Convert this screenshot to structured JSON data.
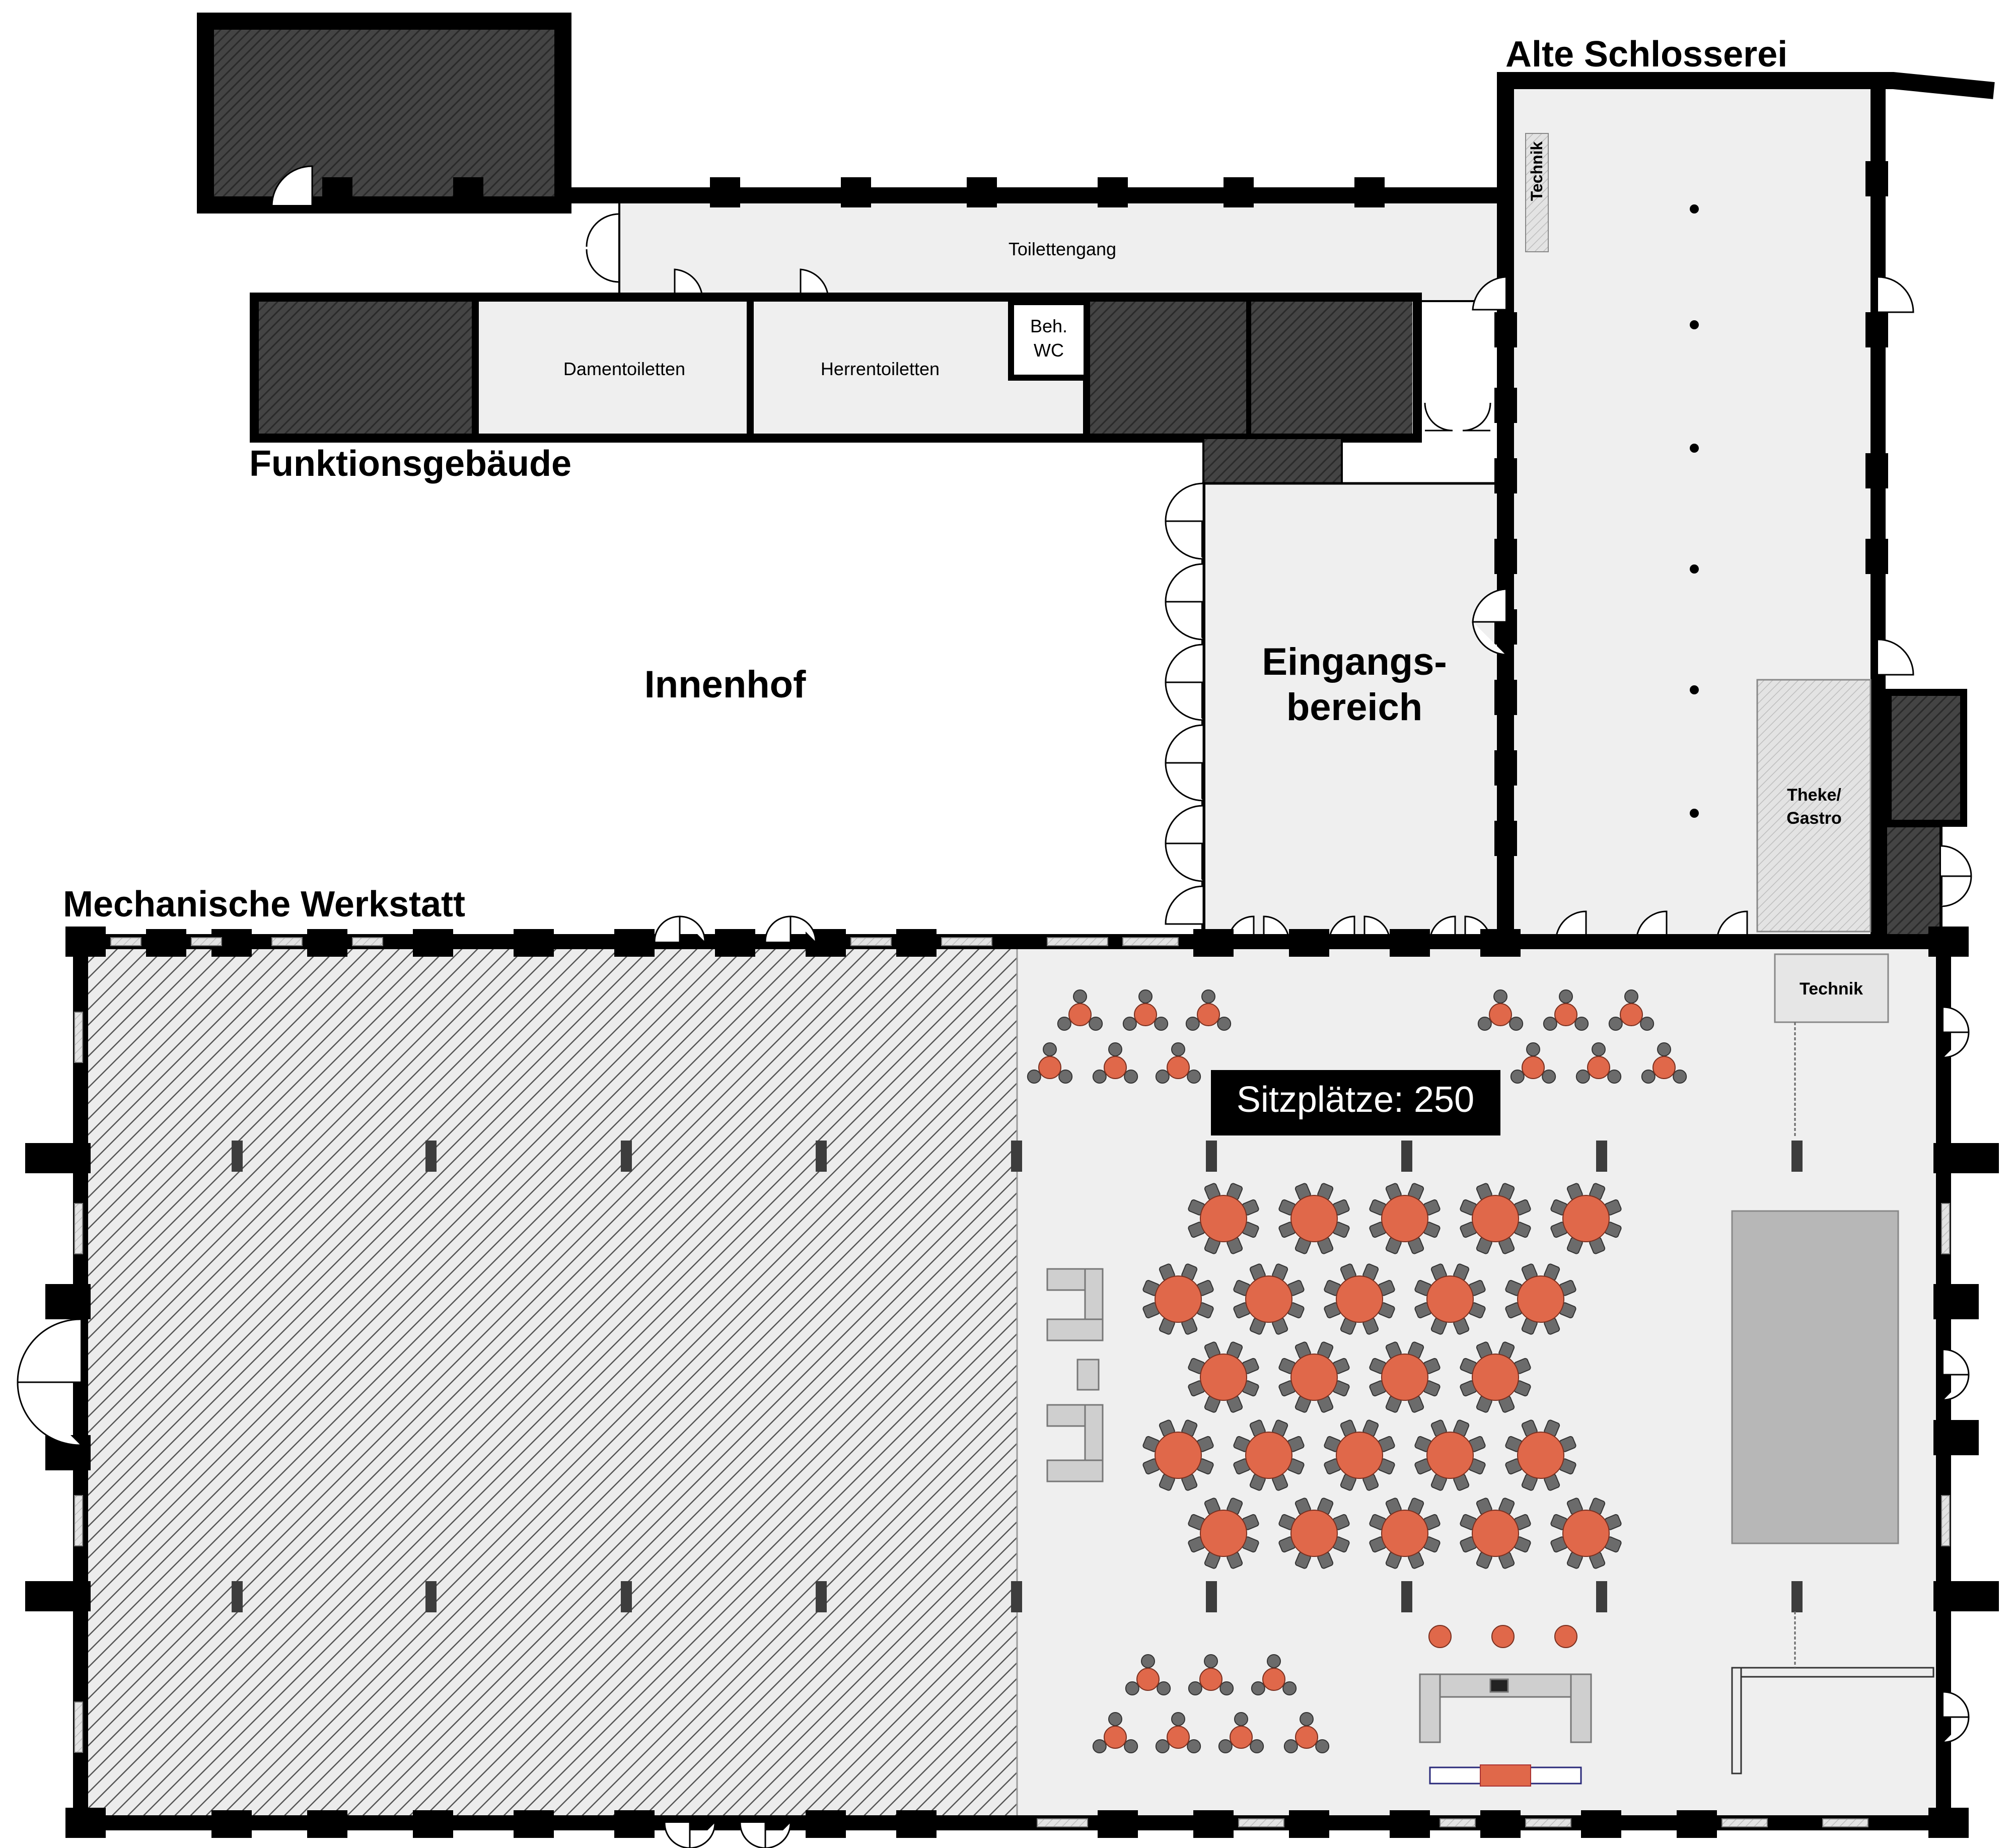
{
  "buildings": {
    "alte_schlosserei": "Alte Schlosserei",
    "funktionsgebaeude": "Funktionsgebäude",
    "mechanische_werkstatt": "Mechanische Werkstatt"
  },
  "areas": {
    "innenhof": "Innenhof",
    "eingang_line1": "Eingangs-",
    "eingang_line2": "bereich",
    "toilettengang": "Toilettengang",
    "damentoiletten": "Damentoiletten",
    "herrentoiletten": "Herrentoiletten",
    "beh_wc_line1": "Beh.",
    "beh_wc_line2": "WC",
    "technik_vertical": "Technik",
    "technik_box": "Technik",
    "theke_line1": "Theke/",
    "theke_line2": "Gastro"
  },
  "seating": {
    "label": "Sitzplätze: 250"
  },
  "colors": {
    "wall": "#000000",
    "dark_room": "#3a3a3a",
    "floor": "#efefef",
    "hatched_floor": "#d9d9d9",
    "table": "#e0684a",
    "chair": "#6b6b6b",
    "stage": "#b7b7b7",
    "label_bg": "#000000",
    "label_text": "#ffffff"
  }
}
